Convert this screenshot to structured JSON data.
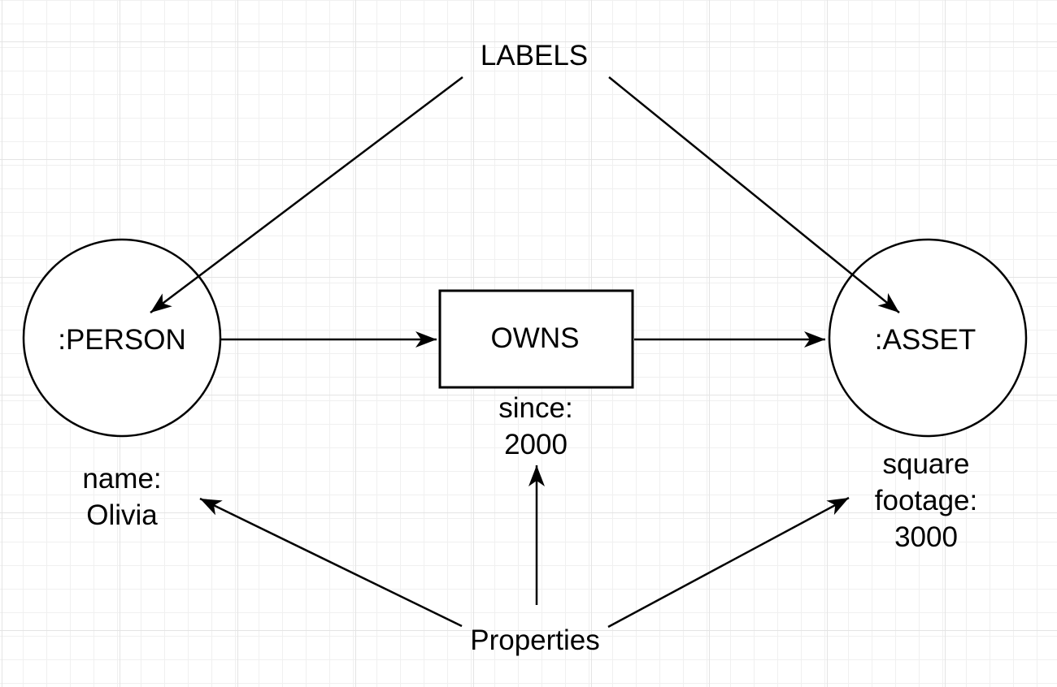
{
  "diagram": {
    "annotations": {
      "labels": "LABELS",
      "properties": "Properties"
    },
    "nodes": {
      "person": {
        "label": ":PERSON",
        "shape": "circle",
        "properties": [
          "name:",
          "Olivia"
        ]
      },
      "owns": {
        "label": "OWNS",
        "shape": "rectangle",
        "properties": [
          "since:",
          "2000"
        ]
      },
      "asset": {
        "label": ":ASSET",
        "shape": "circle",
        "properties": [
          "square",
          "footage:",
          "3000"
        ]
      }
    },
    "edges": [
      {
        "from": "LABELS",
        "to": ":PERSON"
      },
      {
        "from": "LABELS",
        "to": ":ASSET"
      },
      {
        "from": ":PERSON",
        "to": "OWNS"
      },
      {
        "from": "OWNS",
        "to": ":ASSET"
      },
      {
        "from": "Properties",
        "to": "name: Olivia"
      },
      {
        "from": "Properties",
        "to": "since: 2000"
      },
      {
        "from": "Properties",
        "to": "square footage: 3000"
      }
    ],
    "colors": {
      "stroke": "#000000",
      "text": "#000000",
      "background": "#ffffff",
      "grid_minor": "#f0f0f0",
      "grid_major": "#e4e4e4"
    }
  }
}
